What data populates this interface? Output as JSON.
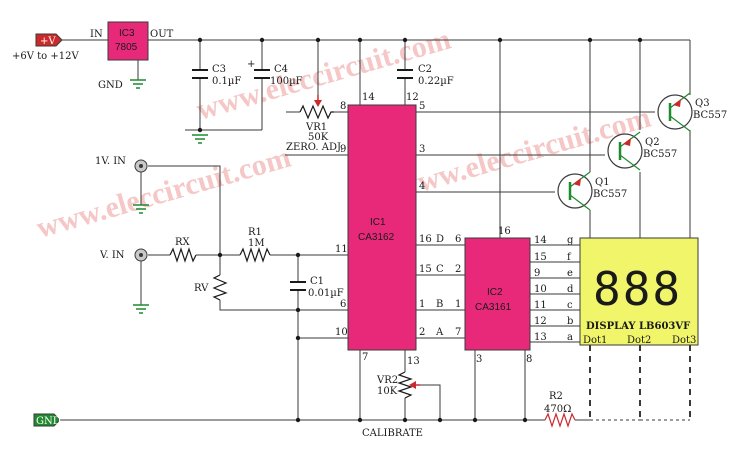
{
  "colors": {
    "ic": "#e8297a",
    "display": "#f1f56a",
    "digit": "#1a1a1a",
    "wire": "#3a3a3a",
    "watermark": "#f2b5b5",
    "ground": "#1f8a2e",
    "terminal": "#c9c9c9",
    "vplus": "#cc2a2a",
    "pot": "#cc2a2a"
  },
  "watermark": "www.eleccircuit.com",
  "supply": {
    "vplus": "+V",
    "range": "+6V to +12V",
    "in": "IN",
    "out": "OUT",
    "gnd": "GND",
    "gnd_terminal": "GND"
  },
  "ic3": {
    "ref": "IC3",
    "part": "7805"
  },
  "ic1": {
    "ref": "IC1",
    "part": "CA3162",
    "pin14": "14",
    "pin12": "12",
    "pin8": "8",
    "pin9": "9",
    "pin11": "11",
    "pin6": "6",
    "pin10": "10",
    "pin7": "7",
    "pin13": "13",
    "pin5": "5",
    "pin3": "3",
    "pin4": "4",
    "pin16": "16",
    "pin15": "15",
    "pin1": "1",
    "pin2": "2",
    "D": "D",
    "C": "C",
    "B": "B",
    "A": "A"
  },
  "ic2": {
    "ref": "IC2",
    "part": "CA3161",
    "pin6": "6",
    "pin2": "2",
    "pin1": "1",
    "pin7": "7",
    "pin16": "16",
    "pin3": "3",
    "pin8": "8",
    "seg_pins": [
      "14",
      "15",
      "9",
      "10",
      "11",
      "12",
      "13"
    ]
  },
  "display": {
    "name": "DISPLAY LB603VF",
    "digits": "888",
    "segments": [
      "g",
      "f",
      "e",
      "d",
      "c",
      "b",
      "a"
    ],
    "dots": [
      "Dot1",
      "Dot2",
      "Dot3"
    ]
  },
  "c3": {
    "ref": "C3",
    "value": "0.1µF"
  },
  "c4": {
    "ref": "C4",
    "value": "100µF",
    "polarity": "+"
  },
  "c2": {
    "ref": "C2",
    "value": "0.22µF"
  },
  "c1": {
    "ref": "C1",
    "value": "0.01µF"
  },
  "vr1": {
    "ref": "VR1",
    "value": "50K",
    "label": "ZERO. ADJ."
  },
  "vr2": {
    "ref": "VR2",
    "value": "10K",
    "label": "CALIBRATE"
  },
  "r1": {
    "ref": "R1",
    "value": "1M"
  },
  "rx": {
    "ref": "RX"
  },
  "rv": {
    "ref": "RV"
  },
  "r2": {
    "ref": "R2",
    "value": "470Ω"
  },
  "inputs": {
    "iv": "1V. IN",
    "vin": "V. IN"
  },
  "transistors": [
    {
      "ref": "Q1",
      "part": "BC557"
    },
    {
      "ref": "Q2",
      "part": "BC557"
    },
    {
      "ref": "Q3",
      "part": "BC557"
    }
  ]
}
